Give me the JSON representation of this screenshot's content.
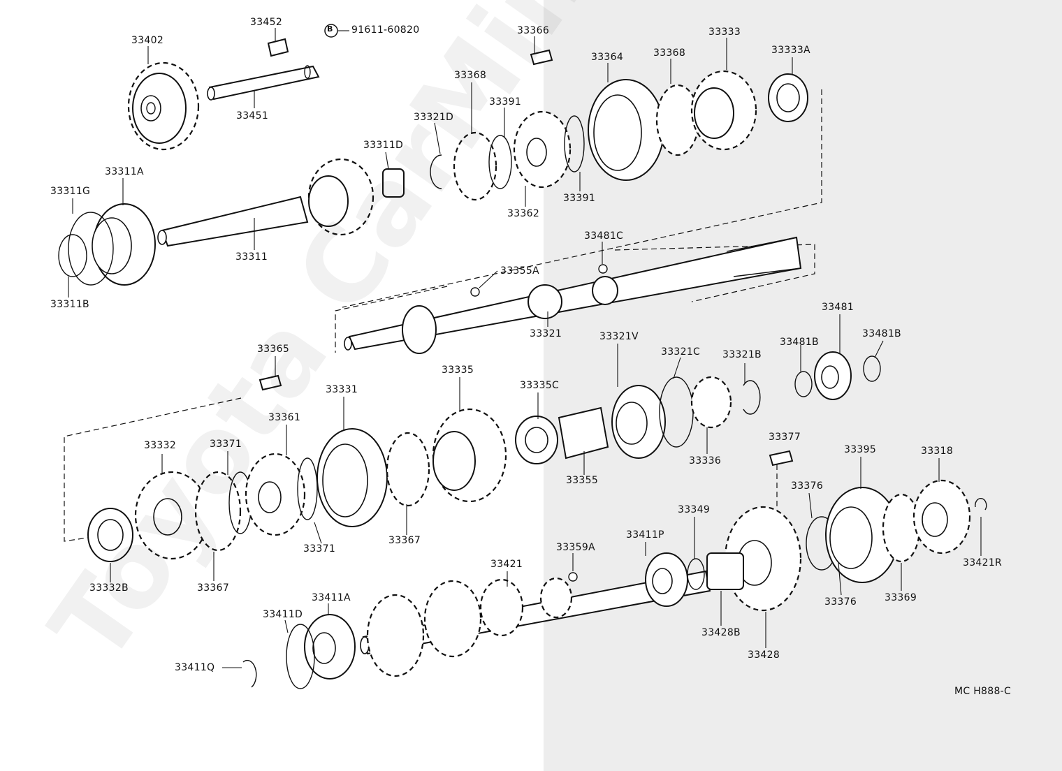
{
  "watermark": "Toyota CarMiner.ru",
  "diagram_code": "MC H888-C",
  "bolt_callout": {
    "letter": "B",
    "part_no": "91611-60820"
  },
  "labels": {
    "p33402": "33402",
    "p33452": "33452",
    "p33451": "33451",
    "p33366": "33366",
    "p33333": "33333",
    "p33333A": "33333A",
    "p33364": "33364",
    "p33368a": "33368",
    "p33368b": "33368",
    "p33391a": "33391",
    "p33391b": "33391",
    "p33321D": "33321D",
    "p33311D": "33311D",
    "p33362": "33362",
    "p33311A": "33311A",
    "p33311G": "33311G",
    "p33311": "33311",
    "p33311B": "33311B",
    "p33481C": "33481C",
    "p33355A": "33355A",
    "p33321": "33321",
    "p33365": "33365",
    "p33331": "33331",
    "p33335": "33335",
    "p33321V": "33321V",
    "p33335C": "33335C",
    "p33321C": "33321C",
    "p33321B": "33321B",
    "p33481Ba": "33481B",
    "p33481": "33481",
    "p33481Bb": "33481B",
    "p33361": "33361",
    "p33371a": "33371",
    "p33332": "33332",
    "p33336": "33336",
    "p33355": "33355",
    "p33377": "33377",
    "p33395": "33395",
    "p33318": "33318",
    "p33376a": "33376",
    "p33349": "33349",
    "p33371b": "33371",
    "p33367a": "33367",
    "p33359A": "33359A",
    "p33411P": "33411P",
    "p33421": "33421",
    "p33332B": "33332B",
    "p33367b": "33367",
    "p33376b": "33376",
    "p33369": "33369",
    "p33421R": "33421R",
    "p33411A": "33411A",
    "p33411D": "33411D",
    "p33428B": "33428B",
    "p33411Q": "33411Q",
    "p33428": "33428"
  }
}
